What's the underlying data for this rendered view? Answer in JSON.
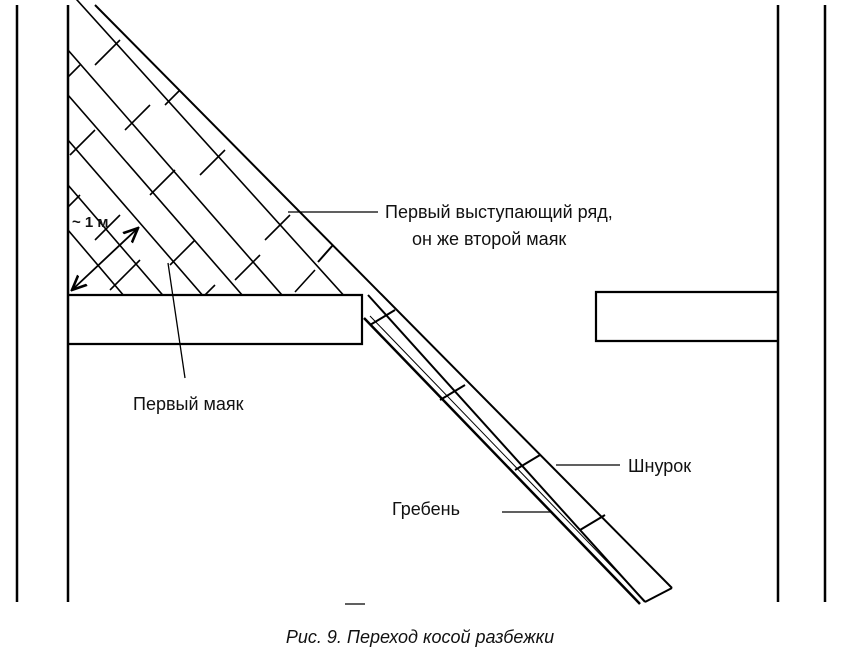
{
  "labels": {
    "distance": "~ 1 м",
    "first_row": "Первый выступающий ряд,",
    "first_row_2": "он же второй маяк",
    "first_beacon": "Первый маяк",
    "cord": "Шнурок",
    "comb": "Гребень"
  },
  "caption": "Рис. 9. Переход косой разбежки"
}
